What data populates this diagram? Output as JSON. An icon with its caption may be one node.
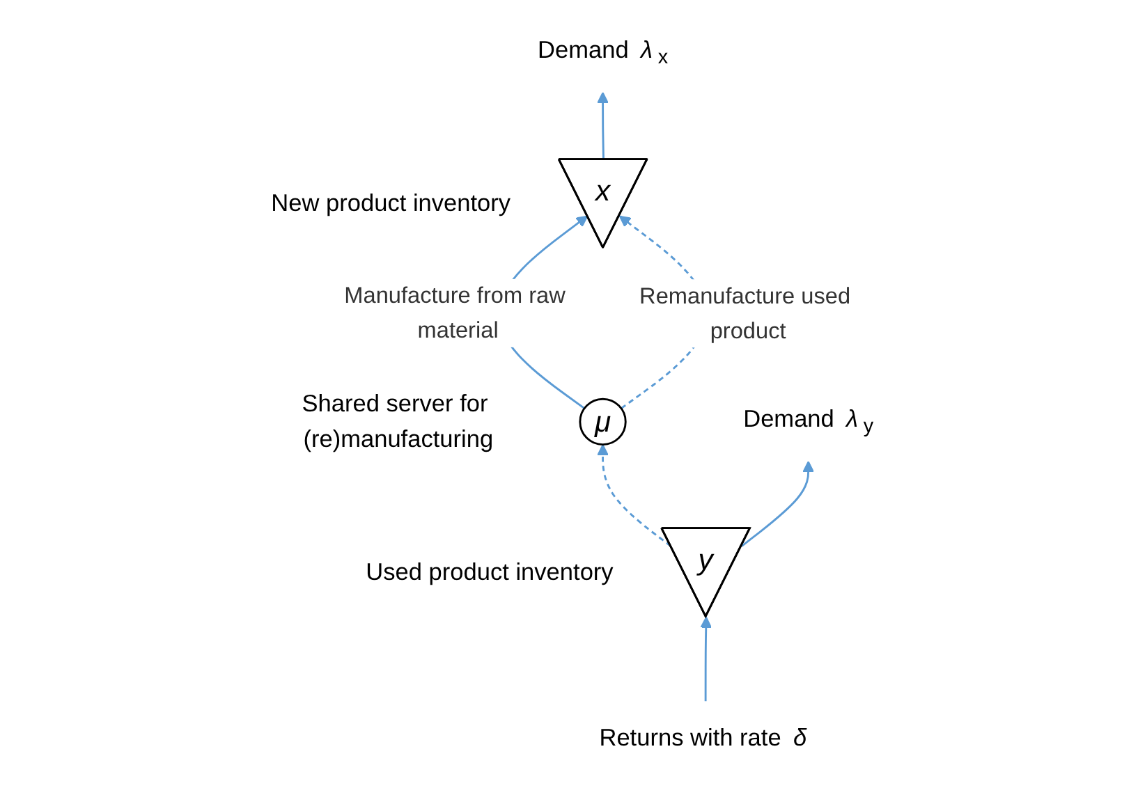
{
  "diagram": {
    "nodes": [
      {
        "text": [
          "*μ*"
        ],
        "beside": [
          "Shared server for (re)manufacturing"
        ]
      },
      {
        "text": [
          "*x*"
        ],
        "beside": [
          "New product inventory"
        ]
      },
      {
        "text": [
          "*y*"
        ],
        "beside": [
          "Used product inventory"
        ]
      },
      {
        "text": [
          "Demand *λ*$_{x}$"
        ]
      },
      {
        "text": [
          "Demand *λ*$_{y}$"
        ]
      },
      {
        "text": [
          "Returns with rate *δ*"
        ]
      }
    ],
    "edges": [
      {
        "from": 0,
        "to": 1,
        "arrow": "to",
        "label": "Manufacture from raw material",
        "color": "#5b9bd5"
      },
      {
        "from": 0,
        "to": 1,
        "arrow": "to",
        "label": "Remanufacture used product",
        "style": "dashed",
        "color": "#5b9bd5"
      },
      {
        "from": 2,
        "to": 0,
        "arrow": "to",
        "style": "dashed",
        "color": "#5b9bd5"
      },
      {
        "from": 1,
        "to": 3,
        "arrow": "to",
        "color": "#5b9bd5"
      },
      {
        "from": 2,
        "to": 4,
        "arrow": "to",
        "color": "#5b9bd5"
      },
      {
        "from": 5,
        "to": 2,
        "arrow": "to",
        "color": "#5b9bd5"
      }
    ]
  }
}
